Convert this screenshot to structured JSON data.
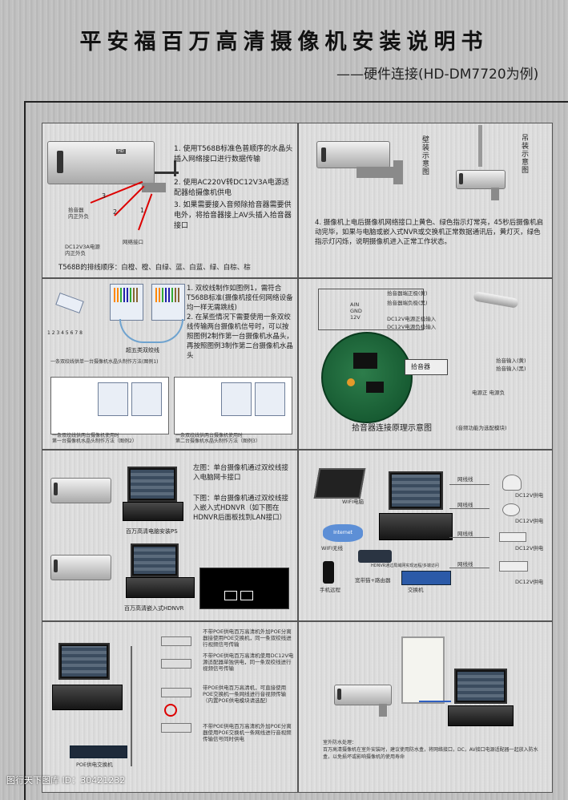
{
  "header": {
    "title": "平安福百万高清摄像机安装说明书",
    "subtitle": "——硬件连接(HD-DM7720为例)"
  },
  "panel1": {
    "instructions": [
      "1. 使用T568B标准色普顺序的水晶头插入网络接口进行数据传输",
      "2. 使用AC220V转DC12V3A电源适配器给摄像机供电",
      "3. 如果需要接入音频除拾音器需要供电外，将拾音器接上AV头插入拾音器接口"
    ],
    "labels": {
      "audio": "拾音器\n内正外负",
      "power": "DC12V3A电源\n内正外负",
      "net": "网络接口"
    },
    "numbers": [
      "3",
      "2",
      "1"
    ],
    "wiring_order": "T568B的排线顺序：白橙、橙、白绿、蓝、白蓝、绿、白棕、棕"
  },
  "panel2": {
    "mount_wall": "壁装示意图",
    "mount_ceiling": "吊装示意图",
    "note": "4. 摄像机上电后摄像机网络接口上黄色、绿色指示灯常亮，45秒后摄像机启动完毕，如果与电脑或嵌入式NVR或交换机正常数据通讯后，黄灯灭，绿色指示灯闪烁，说明摄像机进入正常工作状态。"
  },
  "panel3": {
    "instructions": "1. 双绞线制作如图例1，需符合T568B标准(摄像机接任何网络设备均一样无需跳线)\n2. 在某些情况下需要使用一条双绞线传输两台摄像机信号时，可以按照图例2制作第一台摄像机水晶头，再按照图例3制作第二台摄像机水晶头",
    "cable_label": "超五类双绞线",
    "fig1_caption": "一条双绞线供单一台摄像机水晶头制作方法(图例1)",
    "fig2_caption": "一条双绞线供两台摄像机使用时\n第一台摄像机水晶头制作方法（图例2）",
    "fig3_caption": "一条双绞线供两台摄像机使用时\n第二台摄像机水晶头制作方法（图例3）",
    "pins": "1 2 3 4 5 6 7 8"
  },
  "panel4": {
    "title": "拾音器连接原理示意图",
    "title_note": "(音频功能为选配模块)",
    "box_label": "拾音器",
    "labels": [
      "拾音器端正极(黄)",
      "拾音器端负极(黑)",
      "DC12V电源正极输入",
      "DC12V电源负极输入"
    ],
    "right_labels": [
      "拾音输入(黄)",
      "拾音输入(黑)",
      "电源正  电源负"
    ],
    "pin_labels": [
      "AIN",
      "GND",
      "12V"
    ]
  },
  "panel5": {
    "left": "左图：单台摄像机通过双绞线接入电脑网卡接口",
    "bottom": "下图：单台摄像机通过双绞线接入嵌入式HDNVR（如下图在HDNVR后面板找到LAN接口）",
    "cap1": "百万高清电脑安装PS",
    "cap2": "百万高清嵌入式HDNVR"
  },
  "panel6": {
    "internet": "Internet",
    "wifi": "WIFI电脑",
    "wifi2": "WIFI无线",
    "router": "宽带猫+路由器",
    "phone": "手机远程",
    "switch_label": "交换机",
    "cam_labels": [
      "网线线",
      "网线线",
      "网线线",
      "网线线"
    ],
    "power_labels": [
      "DC12V供电",
      "DC12V供电",
      "DC12V供电",
      "DC12V供电"
    ],
    "nvr_label": "HDNVR通过局域网实现远程/多端访问",
    "cable": "网线线"
  },
  "panel7": {
    "notes": [
      "不带POE供电百万高清机外加POE分离器接使用POE交换机，同一条双绞线进行视频信号传输",
      "不带POE供电百万高清机使用DC12V电源适配器单独供电，同一条双绞线进行视频信号传输",
      "带POE供电百万高清机，可直接使用POE交换机一条网线进行音视频传输（内置POE供电模块请选配）",
      "不带POE供电百万高清机外加POE分离器使用POE交换机一条网线进行音视频传输信号同时供电"
    ],
    "switch_caption": "POE供电交换机"
  },
  "panel8": {
    "note": "室外防水处理：\n百万高清摄像机在室外安装时，建议使用防水盒，将网络接口，DC，AV接口电源适配器一起放入防水盒，以免损坏或影响摄像机的使用寿命"
  },
  "footer": {
    "watermark": "图行天下图库 ID：30421232"
  }
}
